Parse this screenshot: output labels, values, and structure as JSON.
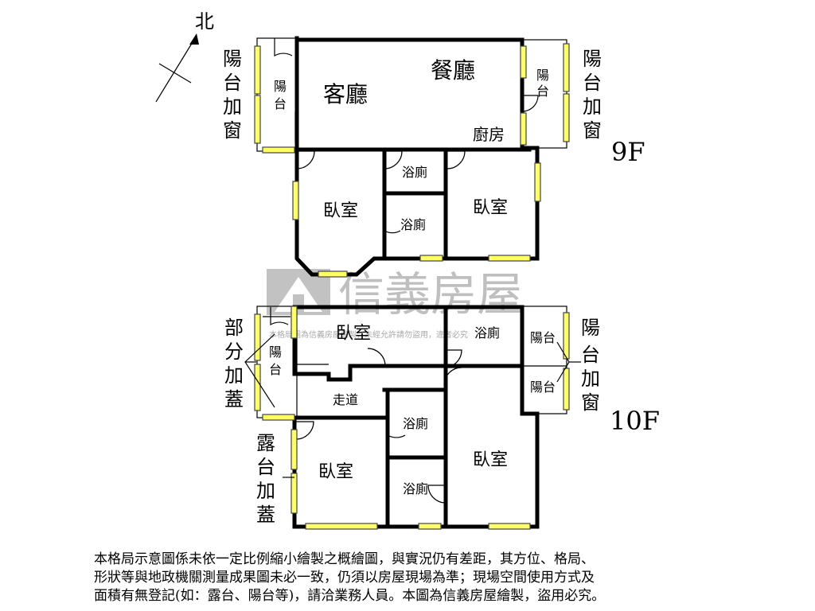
{
  "north": "北",
  "floor_9": {
    "label": "9F",
    "rooms": {
      "living": "客廳",
      "dining": "餐廳",
      "kitchen": "廚房",
      "balcony_w": "陽台",
      "balcony_e": "陽台",
      "bed_w": "臥室",
      "bed_e": "臥室",
      "bath_top": "浴廁",
      "bath_mid": "浴廁"
    },
    "notes": {
      "west": [
        "陽",
        "台",
        "加",
        "窗"
      ],
      "east": [
        "陽",
        "台",
        "加",
        "窗"
      ]
    }
  },
  "floor_10": {
    "label": "10F",
    "rooms": {
      "bed_top": "臥室",
      "bath_top": "浴廁",
      "balcony_w": [
        "陽",
        "台"
      ],
      "balcony_e1": "陽台",
      "balcony_e2": "陽台",
      "corridor": "走道",
      "bath_mid": "浴廁",
      "bed_sw": "臥室",
      "bed_se": "臥室",
      "bath_low": "浴廁"
    },
    "notes": {
      "west": [
        "部",
        "分",
        "加",
        "蓋"
      ],
      "east": [
        "陽",
        "台",
        "加",
        "窗"
      ],
      "southwest": [
        "露",
        "台",
        "加",
        "蓋"
      ]
    }
  },
  "watermark": {
    "brand": "信義房屋",
    "small": "本格局圖為信義房屋繪製，未經允許請勿盜用，違者必究"
  },
  "disclaimer": [
    "本格局示意圖係未依一定比例縮小繪製之概繪圖，與實況仍有差距，其方位、格局、",
    "形狀等與地政機關測量成果圖未必一致，仍須以房屋現場為準；現場空間使用方式及",
    "面積有無登記(如：露台、陽台等)，請洽業務人員。本圖為信義房屋繪製，盜用必究。"
  ],
  "colors": {
    "window": "#ffff66",
    "wall": "#000000",
    "watermark": "#b5b5b5"
  }
}
